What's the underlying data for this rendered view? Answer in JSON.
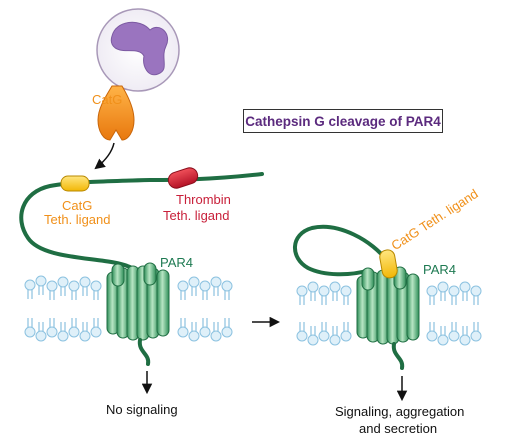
{
  "title": "Cathepsin G cleavage of PAR4",
  "labels": {
    "catg_enzyme": "CatG",
    "catg_ligand_line1": "CatG",
    "catg_ligand_line2": "Teth. ligand",
    "thrombin_line1": "Thrombin",
    "thrombin_line2": "Teth. ligand",
    "par4_left": "PAR4",
    "par4_right": "PAR4",
    "catg_ligand_right": "CatG Teth. ligand",
    "outcome_left": "No signaling",
    "outcome_right_line1": "Signaling, aggregation",
    "outcome_right_line2": "and secretion"
  },
  "colors": {
    "catg": "#f0901a",
    "thrombin": "#c8203a",
    "par4": "#1e7a52",
    "title": "#5b2a7e",
    "neutrophil_nucleus": "#9a74bf",
    "membrane": "#9ecde6"
  },
  "icons": [
    "neutrophil-cell",
    "catg-enzyme",
    "par4-receptor",
    "lipid-bilayer",
    "arrow"
  ]
}
